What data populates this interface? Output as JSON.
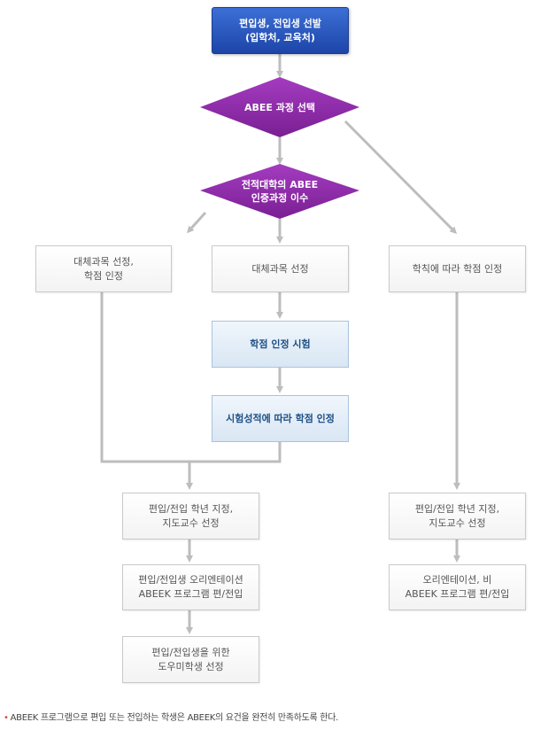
{
  "start": "편입생, 전입생 선발\n(입학처, 교육처)",
  "decision_abee": "ABEE 과정 선택",
  "decision_prev": "전적대학의 ABEE\n인증과정 이수",
  "substitute_credit": "대체과목 선정,\n학점 인정",
  "substitute_select": "대체과목 선정",
  "rule_credit": "학칙에 따라 학점 인정",
  "credit_exam": "학점 인정 시험",
  "exam_credit": "시험성적에 따라 학점 인정",
  "assign_left": "편입/전입 학년 지정,\n지도교수 선정",
  "assign_right": "편입/전입 학년 지정,\n지도교수 선정",
  "orientation_left": "편입/전입생 오리엔테이션\nABEEK 프로그램 편/전입",
  "orientation_right": "오리엔테이션, 비\nABEEK 프로그램 편/전입",
  "helper": "편입/전입생을 위한\n도우미학생 선정",
  "note": "ABEEK 프로그램으로 편입 또는 전입하는 학생은 ABEEK의 요건을 완전히 만족하도록 한다.",
  "colors": {
    "diamond": "#8e2aa6",
    "connector": "#bdbdbd",
    "start_box": "#2451b8"
  }
}
